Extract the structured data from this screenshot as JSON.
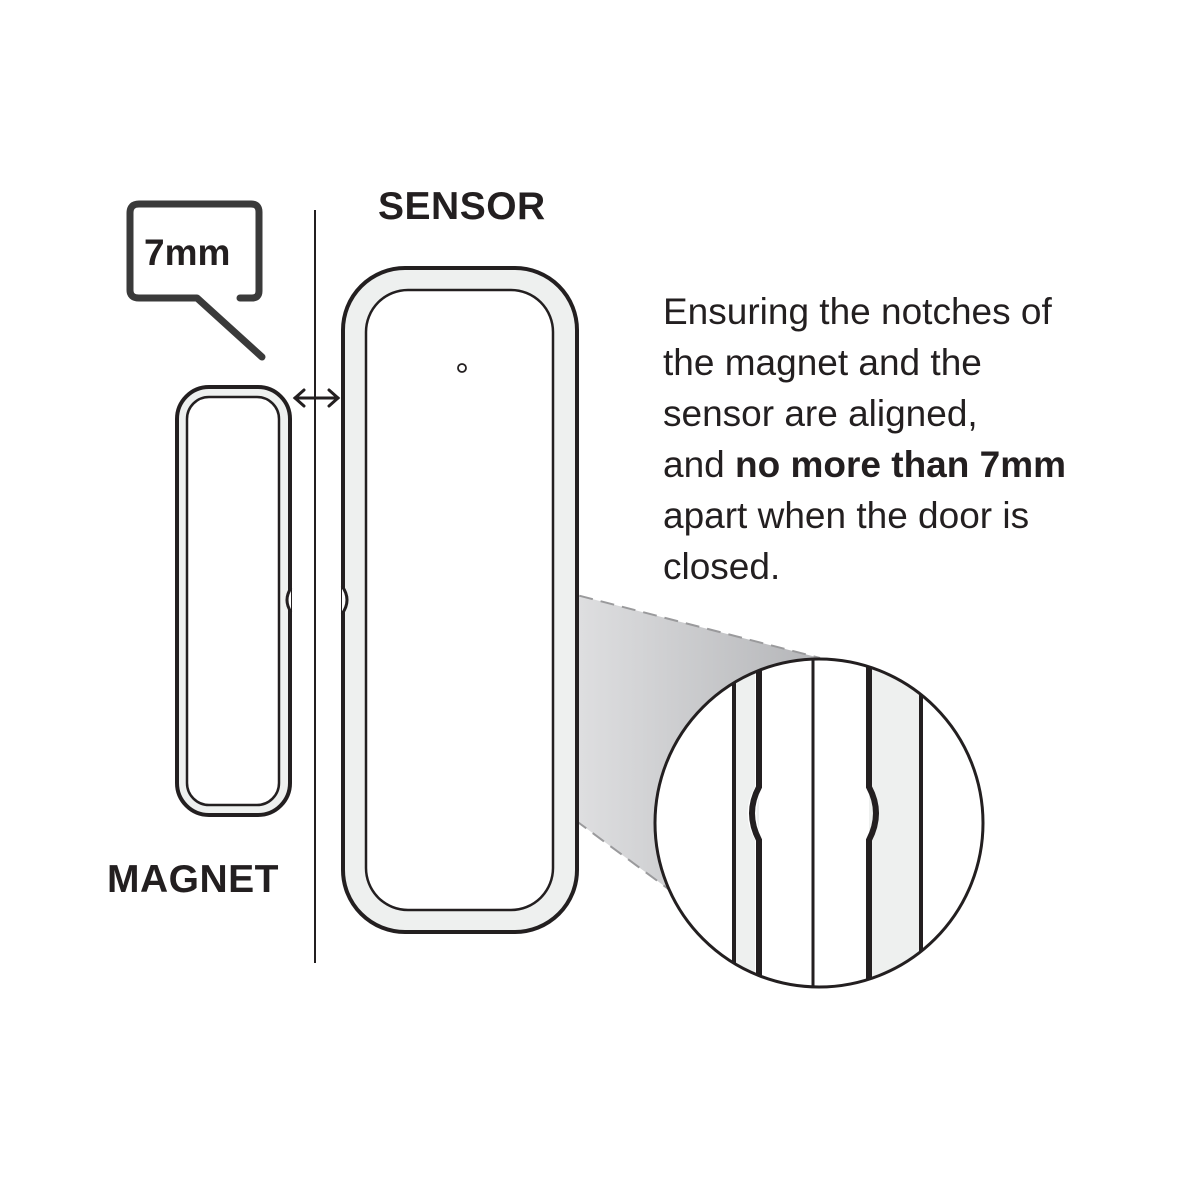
{
  "labels": {
    "sensor": "SENSOR",
    "magnet": "MAGNET",
    "gap_callout": "7mm"
  },
  "description": {
    "line1": "Ensuring the notches of",
    "line2": "the magnet and the",
    "line3": "sensor are aligned,",
    "line4_prefix": "and ",
    "line4_bold": "no more than 7mm",
    "line5": "apart when the door is",
    "line6": "closed."
  },
  "colors": {
    "stroke": "#231f20",
    "callout_stroke": "#3a3a3a",
    "panel_fill": "#eef0ef",
    "beam_gray": "#b4b5b8"
  }
}
